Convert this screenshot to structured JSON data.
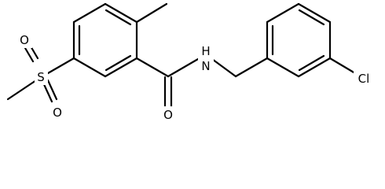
{
  "molecule": {
    "atoms": {
      "sulfur": "S",
      "oxygen_top": "O",
      "oxygen_bottom": "O",
      "oxygen_carbonyl": "O",
      "nitrogen": "N",
      "nitrogen_h": "H",
      "chlorine": "Cl"
    }
  }
}
